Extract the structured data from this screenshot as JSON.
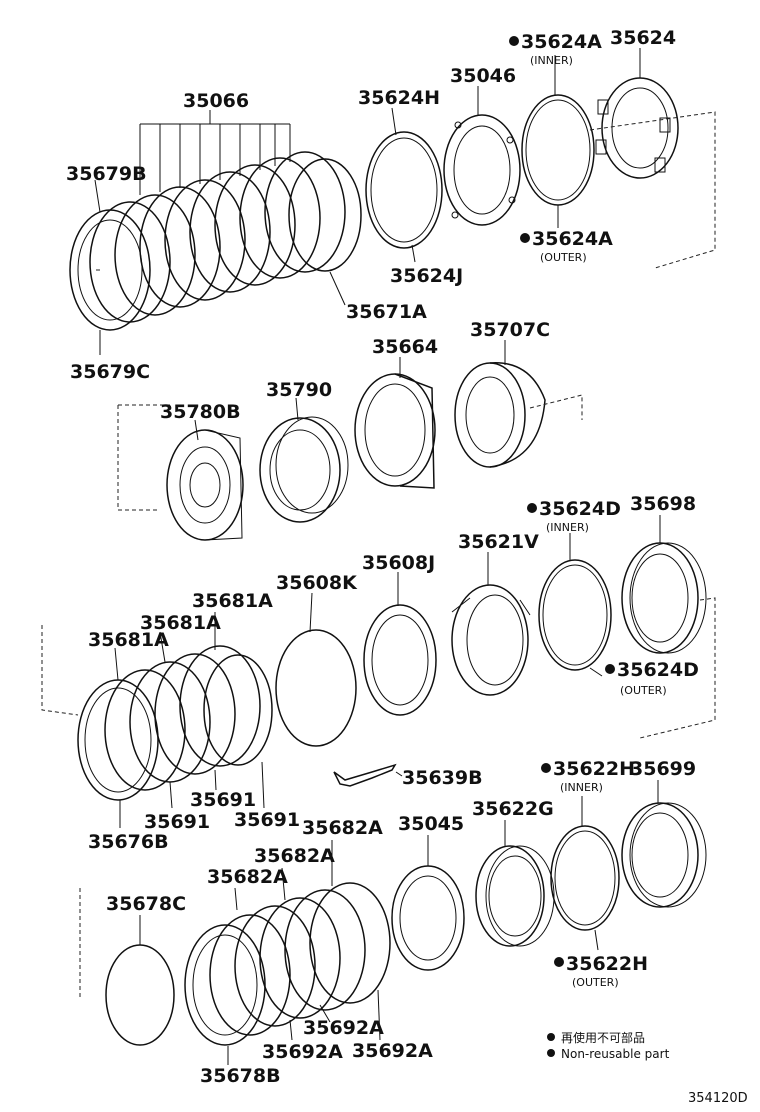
{
  "labels": {
    "l35066": "35066",
    "l35679B": "35679B",
    "l35679C": "35679C",
    "l35671A": "35671A",
    "l35624H": "35624H",
    "l35624J": "35624J",
    "l35046": "35046",
    "l35624A_top": "35624A",
    "l35624A_inner": "(INNER)",
    "l35624": "35624",
    "l35624A_bot": "35624A",
    "l35624A_outer": "(OUTER)",
    "l35664": "35664",
    "l35707C": "35707C",
    "l35790": "35790",
    "l35780B": "35780B",
    "l35624D_top": "35624D",
    "l35624D_inner": "(INNER)",
    "l35698": "35698",
    "l35621V": "35621V",
    "l35608J": "35608J",
    "l35608K": "35608K",
    "l35681A_1": "35681A",
    "l35681A_2": "35681A",
    "l35681A_3": "35681A",
    "l35624D_bot": "35624D",
    "l35624D_outer": "(OUTER)",
    "l35639B": "35639B",
    "l35691_1": "35691",
    "l35691_2": "35691",
    "l35691_3": "35691",
    "l35676B": "35676B",
    "l35622H_top": "35622H",
    "l35622H_inner": "(INNER)",
    "l35699": "35699",
    "l35682A_1": "35682A",
    "l35682A_2": "35682A",
    "l35682A_3": "35682A",
    "l35045": "35045",
    "l35622G": "35622G",
    "l35678C": "35678C",
    "l35622H_bot": "35622H",
    "l35622H_outer": "(OUTER)",
    "l35692A_1": "35692A",
    "l35692A_2": "35692A",
    "l35692A_3": "35692A",
    "l35678B": "35678B"
  },
  "legend": {
    "japanese": "再使用不可部品",
    "english": "Non-reusable part"
  },
  "diagram_code": "354120D"
}
